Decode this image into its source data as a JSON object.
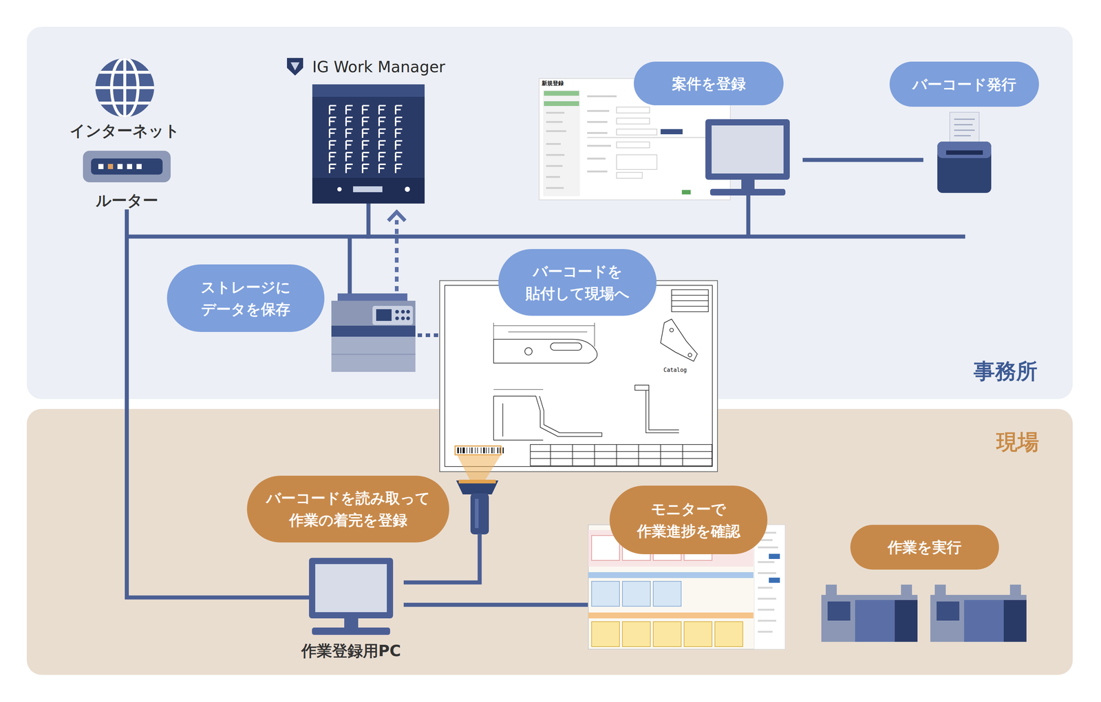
{
  "diagram": {
    "nodes": [
      {
        "text": [
          "事務所"
        ]
      },
      {
        "text": [
          "インターネット"
        ],
        "in": 0
      },
      {
        "text": [
          "ルーター"
        ],
        "in": 0
      },
      {
        "text": [
          "IG Work Manager"
        ],
        "in": 0
      },
      {
        "text": [
          "案件を登録"
        ],
        "in": 0
      },
      {
        "text": [
          "バーコード発行"
        ],
        "in": 0
      },
      {
        "text": [
          "ストレージに データを保存"
        ],
        "in": 0
      },
      {
        "text": [
          "バーコードを 貼付して現場へ"
        ],
        "in": 0
      },
      {
        "text": [
          "現場"
        ]
      },
      {
        "text": [
          "バーコードを読み取って 作業の着完を登録"
        ],
        "in": 8
      },
      {
        "text": [
          "モニターで 作業進捗を確認"
        ],
        "in": 8
      },
      {
        "text": [
          "作業を実行"
        ],
        "in": 8
      },
      {
        "text": [
          "作業登録用PC"
        ],
        "in": 8
      }
    ],
    "edges": [
      {
        "from": 2,
        "to": 3,
        "arrow": "none"
      },
      {
        "from": 2,
        "to": 12,
        "arrow": "none"
      }
    ],
    "labels": [
      "新規登録",
      "Catalog"
    ]
  }
}
